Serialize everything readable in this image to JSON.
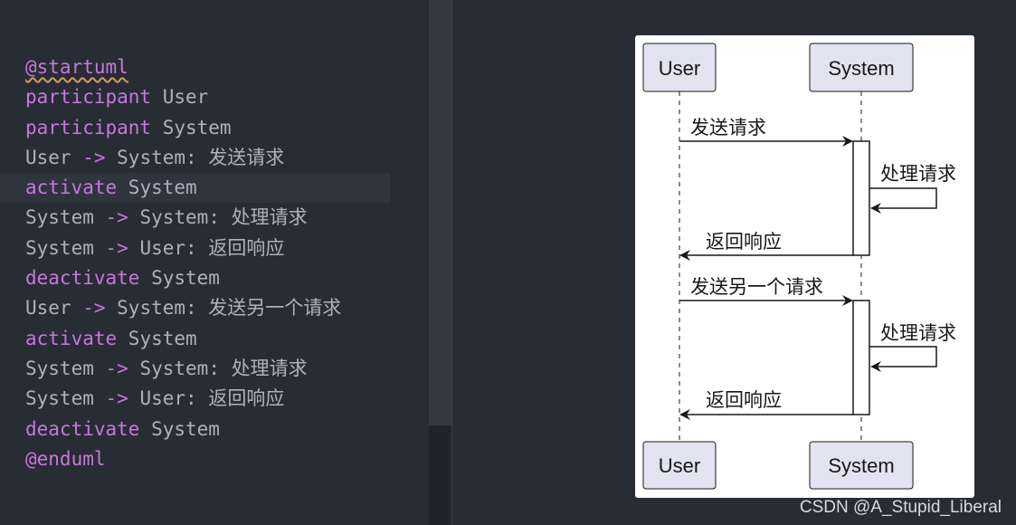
{
  "editor": {
    "lines": [
      {
        "parts": [
          {
            "t": "@startuml",
            "c": "kw squiggle"
          }
        ]
      },
      {
        "parts": [
          {
            "t": "participant",
            "c": "kw"
          },
          {
            "t": " User",
            "c": "plain"
          }
        ]
      },
      {
        "parts": [
          {
            "t": "participant",
            "c": "kw"
          },
          {
            "t": " System",
            "c": "plain"
          }
        ]
      },
      {
        "parts": [
          {
            "t": "User ",
            "c": "plain"
          },
          {
            "t": "->",
            "c": "arrow"
          },
          {
            "t": " System: 发送请求",
            "c": "plain"
          }
        ]
      },
      {
        "parts": [
          {
            "t": "activate",
            "c": "kw"
          },
          {
            "t": " System",
            "c": "plain"
          }
        ],
        "cursor": true
      },
      {
        "parts": [
          {
            "t": "System ",
            "c": "plain"
          },
          {
            "t": "->",
            "c": "arrow"
          },
          {
            "t": " System: 处理请求",
            "c": "plain"
          }
        ]
      },
      {
        "parts": [
          {
            "t": "System ",
            "c": "plain"
          },
          {
            "t": "->",
            "c": "arrow"
          },
          {
            "t": " User: 返回响应",
            "c": "plain"
          }
        ]
      },
      {
        "parts": [
          {
            "t": "deactivate",
            "c": "kw"
          },
          {
            "t": " System",
            "c": "plain"
          }
        ]
      },
      {
        "parts": [
          {
            "t": "User ",
            "c": "plain"
          },
          {
            "t": "->",
            "c": "arrow"
          },
          {
            "t": " System: 发送另一个请求",
            "c": "plain"
          }
        ]
      },
      {
        "parts": [
          {
            "t": "activate",
            "c": "kw"
          },
          {
            "t": " System",
            "c": "plain"
          }
        ]
      },
      {
        "parts": [
          {
            "t": "System ",
            "c": "plain"
          },
          {
            "t": "->",
            "c": "arrow"
          },
          {
            "t": " System: 处理请求",
            "c": "plain"
          }
        ]
      },
      {
        "parts": [
          {
            "t": "System ",
            "c": "plain"
          },
          {
            "t": "->",
            "c": "arrow"
          },
          {
            "t": " User: 返回响应",
            "c": "plain"
          }
        ]
      },
      {
        "parts": [
          {
            "t": "deactivate",
            "c": "kw"
          },
          {
            "t": " System",
            "c": "plain"
          }
        ]
      },
      {
        "parts": [
          {
            "t": "@enduml",
            "c": "kw"
          }
        ]
      }
    ]
  },
  "diagram": {
    "participants": {
      "user": "User",
      "system": "System"
    },
    "messages": {
      "m1": "发送请求",
      "m2": "处理请求",
      "m3": "返回响应",
      "m4": "发送另一个请求",
      "m5": "处理请求",
      "m6": "返回响应"
    }
  },
  "watermark": "CSDN @A_Stupid_Liberal",
  "colors": {
    "editor_bg": "#282c34",
    "keyword": "#c678dd",
    "text": "#abb2bf",
    "participant_fill": "#e2e2f0"
  }
}
